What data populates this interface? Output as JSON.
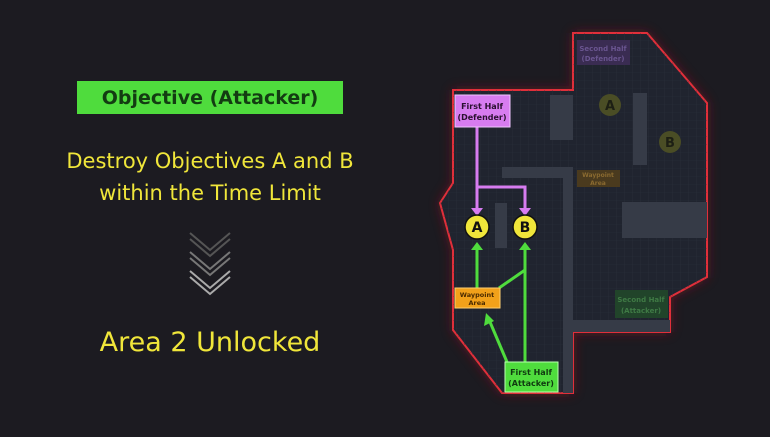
{
  "objective_label": "Objective (Attacker)",
  "description": [
    "Destroy Objectives A and B",
    "within the Time Limit"
  ],
  "unlock_text": "Area 2 Unlocked",
  "map": {
    "first_half_defender": [
      "First Half",
      "(Defender)"
    ],
    "first_half_attacker": [
      "First Half",
      "(Attacker)"
    ],
    "second_half_defender": [
      "Second Half",
      "(Defender)"
    ],
    "second_half_attacker": [
      "Second Half",
      "(Attacker)"
    ],
    "waypoint": [
      "Waypoint",
      "Area"
    ],
    "waypoint_faded": [
      "Waypoint",
      "Area"
    ],
    "objective_a": "A",
    "objective_b": "B",
    "objective_a_faded": "A",
    "objective_b_faded": "B"
  },
  "colors": {
    "attacker": "#4fdc3d",
    "defender": "#d77cf0",
    "objective": "#f0e63a",
    "waypoint": "#f2a11a",
    "border": "#e02f3a"
  }
}
